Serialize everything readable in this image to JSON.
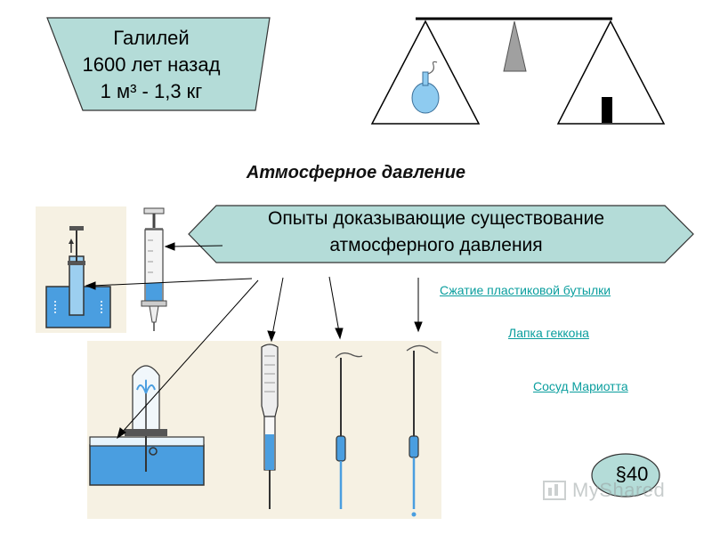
{
  "galileo_box": {
    "line1": "Галилей",
    "line2": "1600 лет назад",
    "line3": "1 м³  - 1,3 кг"
  },
  "title": "Атмосферное давление",
  "banner": {
    "line1": "Опыты доказывающие существование",
    "line2": "атмосферного давления"
  },
  "links": {
    "bottle": "Сжатие пластиковой бутылки",
    "gecko": "Лапка геккона",
    "mariotte": "Сосуд Мариотта"
  },
  "section": "§40",
  "watermark": "MyShared",
  "colors": {
    "shape_fill": "#b4dcd8",
    "water": "#3a8fd8",
    "link": "#0a9e9e",
    "panel_bg": "#f6f1e3"
  }
}
